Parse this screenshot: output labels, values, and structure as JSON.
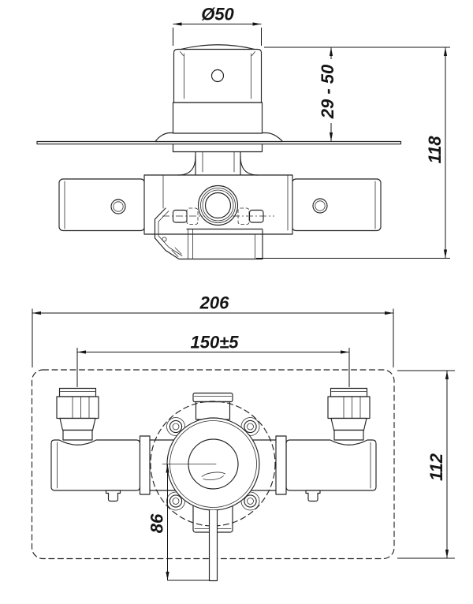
{
  "drawing": {
    "kind": "technical-dimension-drawing",
    "top_view": {
      "diameter_label": "Ø50",
      "depth_label": "29 - 50",
      "height_label": "118"
    },
    "bottom_view": {
      "width_label": "206",
      "spacing_label": "150±5",
      "height_label": "112",
      "outlet_label": "86"
    },
    "colors": {
      "line": "#232323",
      "dimension": "#141414",
      "background": "#ffffff"
    }
  }
}
